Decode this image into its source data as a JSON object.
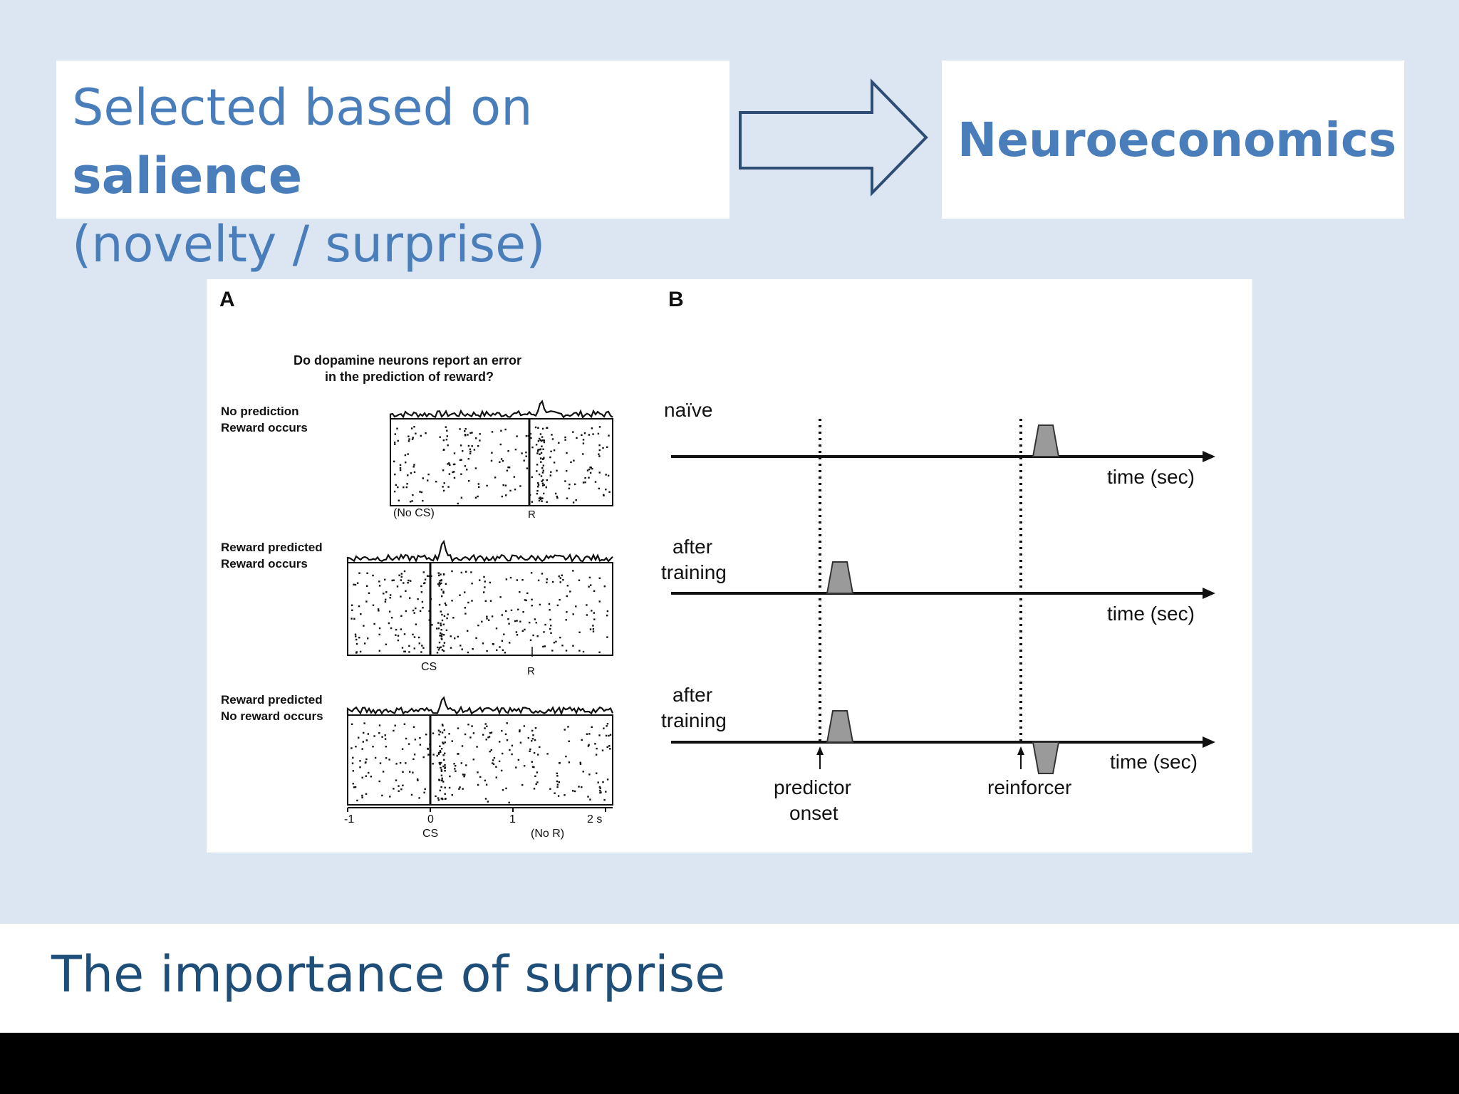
{
  "header": {
    "left_box": {
      "line1_prefix": "Selected based on ",
      "line1_bold": "salience",
      "line2": "(novelty / surprise)"
    },
    "right_box": {
      "label": "Neuroeconomics"
    }
  },
  "figure": {
    "panel_a": {
      "label": "A",
      "title_line1": "Do dopamine neurons report an error",
      "title_line2": "in the prediction of reward?",
      "rows": [
        {
          "line1": "No prediction",
          "line2": "Reward occurs",
          "marker_left": "(No CS)",
          "marker_right": "R"
        },
        {
          "line1": "Reward predicted",
          "line2": "Reward occurs",
          "marker_left": "CS",
          "marker_right": "R"
        },
        {
          "line1": "Reward predicted",
          "line2": "No reward occurs",
          "marker_left": "CS",
          "marker_right": "(No R)"
        }
      ],
      "x_ticks": [
        "-1",
        "0",
        "1",
        "2 s"
      ]
    },
    "panel_b": {
      "label": "B",
      "rows": [
        {
          "line1": "naïve",
          "line2": "",
          "axis_label": "time (sec)"
        },
        {
          "line1": "after",
          "line2": "training",
          "axis_label": "time (sec)"
        },
        {
          "line1": "after",
          "line2": "training",
          "axis_label": "time (sec)"
        }
      ],
      "predictor_line1": "predictor",
      "predictor_line2": "onset",
      "reinforcer": "reinforcer"
    }
  },
  "footer": {
    "title": "The importance of surprise"
  }
}
